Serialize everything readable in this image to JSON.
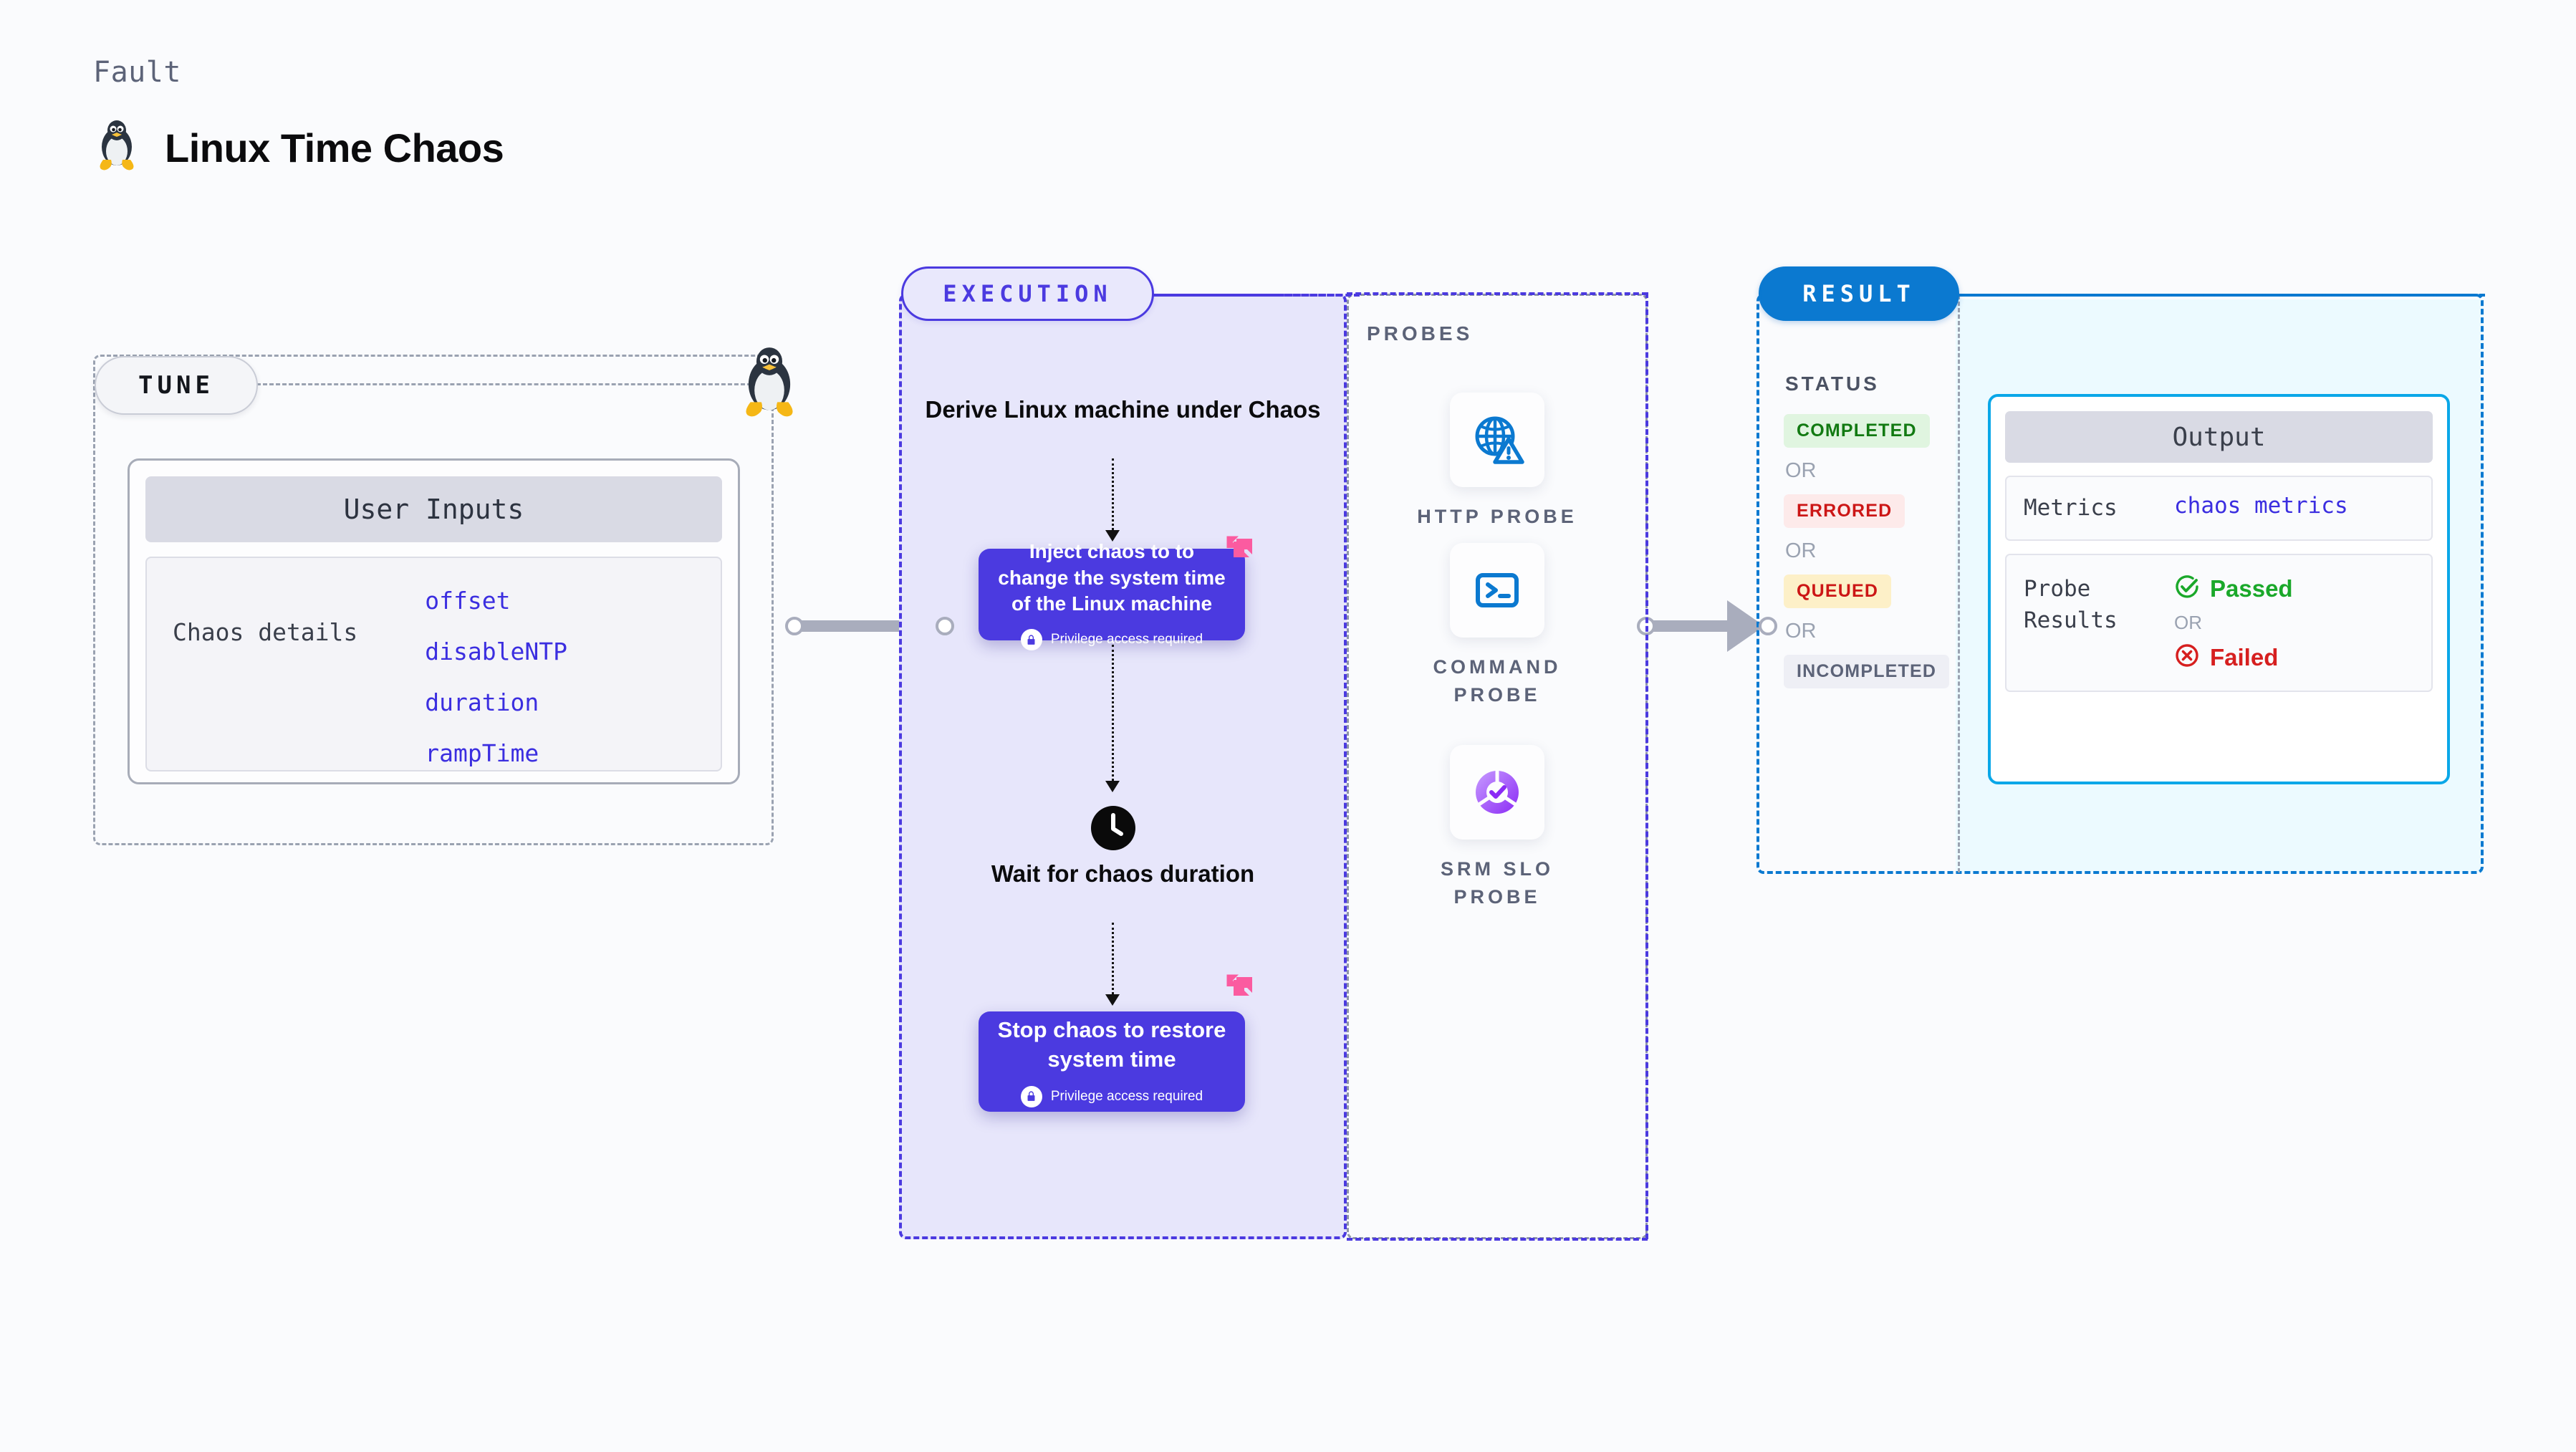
{
  "header": {
    "kicker": "Fault",
    "title": "Linux Time Chaos",
    "icon": "linux-penguin-icon"
  },
  "tune": {
    "pill_label": "TUNE",
    "card": {
      "header": "User Inputs",
      "key": "Chaos details",
      "values": [
        "offset",
        "disableNTP",
        "duration",
        "rampTime"
      ]
    }
  },
  "execution": {
    "pill_label": "EXECUTION",
    "steps": [
      {
        "type": "title",
        "text": "Derive Linux machine\nunder Chaos"
      },
      {
        "type": "action",
        "text": "Inject chaos to to change the system time of the Linux machine",
        "note": "Privilege access required",
        "badge": "harness-logo-icon"
      },
      {
        "type": "wait",
        "icon": "clock-icon",
        "text": "Wait for chaos\nduration"
      },
      {
        "type": "action",
        "text": "Stop chaos to restore system time",
        "note": "Privilege access required",
        "badge": "harness-logo-icon"
      }
    ]
  },
  "probes": {
    "label": "PROBES",
    "items": [
      {
        "name": "HTTP PROBE",
        "icon": "globe-warning-icon"
      },
      {
        "name": "COMMAND PROBE",
        "icon": "terminal-icon"
      },
      {
        "name": "SRM SLO PROBE",
        "icon": "srm-slo-donut-icon"
      }
    ]
  },
  "result": {
    "pill_label": "RESULT",
    "status_label": "STATUS",
    "or_label": "OR",
    "statuses": [
      {
        "label": "COMPLETED",
        "bg": "#e0f5e0",
        "fg": "#127a12"
      },
      {
        "label": "ERRORED",
        "bg": "#fdeaea",
        "fg": "#cc1616"
      },
      {
        "label": "QUEUED",
        "bg": "#fdf0c8",
        "fg": "#cc1616"
      },
      {
        "label": "INCOMPLETED",
        "bg": "#eeeff5",
        "fg": "#5c6378"
      }
    ],
    "output": {
      "header": "Output",
      "rows": [
        {
          "key": "Metrics",
          "value": "chaos metrics"
        },
        {
          "key": "Probe\nResults",
          "pass": "Passed",
          "or": "OR",
          "fail": "Failed"
        }
      ]
    }
  },
  "colors": {
    "page_bg": "#fafbfd",
    "execution_accent": "#4b3ae0",
    "execution_fill": "#e7e6fb",
    "result_accent": "#0b79d0",
    "output_fill": "#ecfaff",
    "output_border": "#0aa7e8",
    "neutral_dash": "#9aa2b1",
    "connector": "#a9adbd",
    "harness_pink": "#fb5ba0",
    "probe_blue": "#0b79d0",
    "srm_purple": "#9b4dff"
  }
}
